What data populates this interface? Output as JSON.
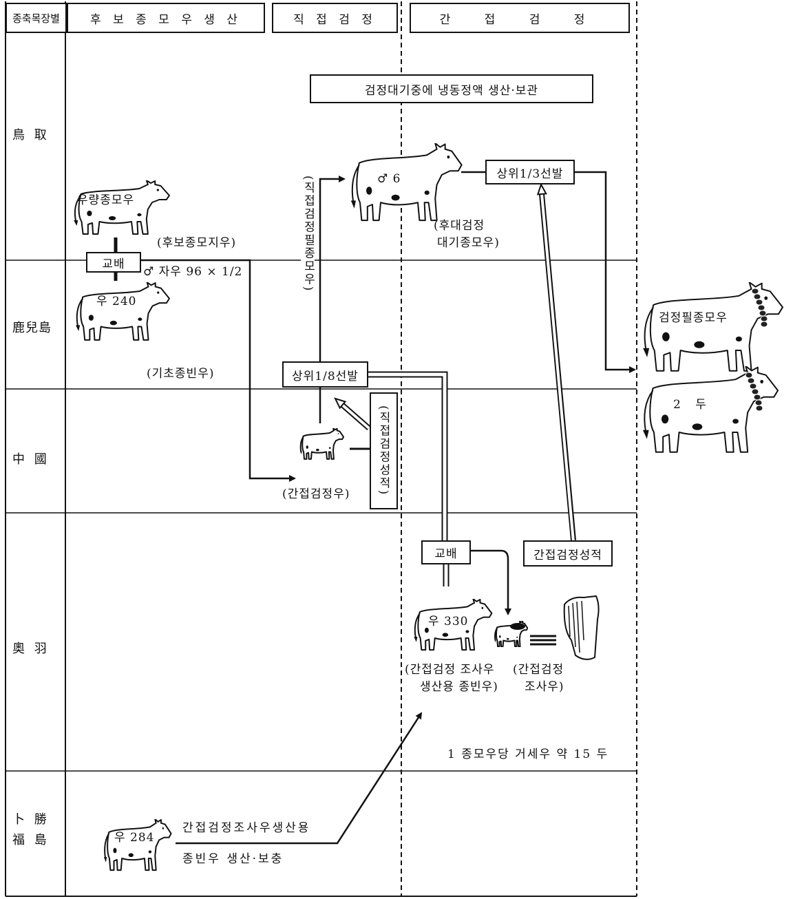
{
  "header": {
    "farm_column": "종축목장별",
    "candidate_production": "후 보 종 모 우 생 산",
    "direct_test": "직 접 검 정",
    "indirect_test": "간 접 검 정"
  },
  "rows": {
    "tottori": "鳥 取",
    "kagoshima": "鹿兒島",
    "chugoku": "中 國",
    "ou": "奧 羽",
    "tokachi": "卜 勝",
    "fukushima": "福 島"
  },
  "tottori": {
    "frozen_semen_note": "검정대기중에 냉동정액 생산·보관",
    "elite_sire_label": "우량종모우",
    "waiting_sire_label": "♂ 6",
    "progeny_test_line1": "(후대검정",
    "progeny_test_line2": "대기종모우)",
    "top_third_selection": "상위1/3선발",
    "direct_tested_sire_vertical": "(직접검정필종모우)"
  },
  "kagoshima": {
    "mating_box": "교배",
    "candidate_bull_calves": "(후보종모지우)",
    "male_calves": "♂ 자우 96 × 1/2",
    "foundation_cow_label": "우 240",
    "foundation_cow_caption": "(기초종빈우)",
    "top_eighth_selection": "상위1/8선발",
    "tested_sire_label": "검정필종모우",
    "tested_sire_count": "2 두"
  },
  "chugoku": {
    "indirect_test_bull": "(간접검정우)",
    "direct_test_results_vertical": "(직접검정성적)"
  },
  "ou": {
    "mating_box": "교배",
    "indirect_test_results": "간접검정성적",
    "breeding_cow_label": "우 330",
    "breeding_cow_caption_line1": "(간접검정 조사우",
    "breeding_cow_caption_line2": "생산용 종빈우)",
    "test_steer_caption_line1": "(간접검정",
    "test_steer_caption_line2": "조사우)",
    "steers_per_sire": "1 종모우당 거세우 약 15 두"
  },
  "tokachi_fukushima": {
    "cow_label": "우 284",
    "purpose_line1": "간접검정조사우생산용",
    "purpose_line2": "종빈우 생산·보충"
  }
}
